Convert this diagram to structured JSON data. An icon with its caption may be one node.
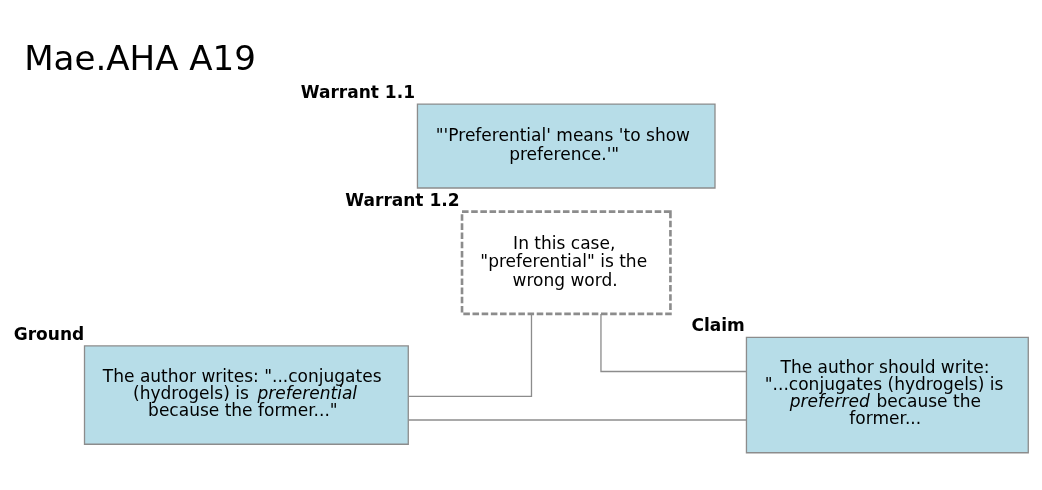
{
  "diagram": {
    "title": "Mae.AHA A19",
    "nodes": [
      {
        "text": [
          "\"'Preferential' means 'to show preference.'\""
        ],
        "beside": [
          "Warrant 1.1"
        ]
      },
      {
        "text": [
          "In this case, \"preferential\" is the wrong word."
        ],
        "beside": [
          "Warrant 1.2"
        ]
      },
      {
        "text": [
          "The author writes: \"...conjugates (hydrogels) is *preferential* because the former...\""
        ],
        "beside": [
          "Ground"
        ]
      },
      {
        "text": [
          "The author should write: \"...conjugates (hydrogels) is *preferred* because the former..."
        ],
        "beside": [
          "Claim"
        ]
      }
    ],
    "edges": [
      {
        "from": 2,
        "to": 3,
        "arrow": "none"
      },
      {
        "from": 1,
        "to": 2,
        "arrow": "none"
      },
      {
        "from": 1,
        "to": 3,
        "arrow": "none"
      }
    ]
  }
}
